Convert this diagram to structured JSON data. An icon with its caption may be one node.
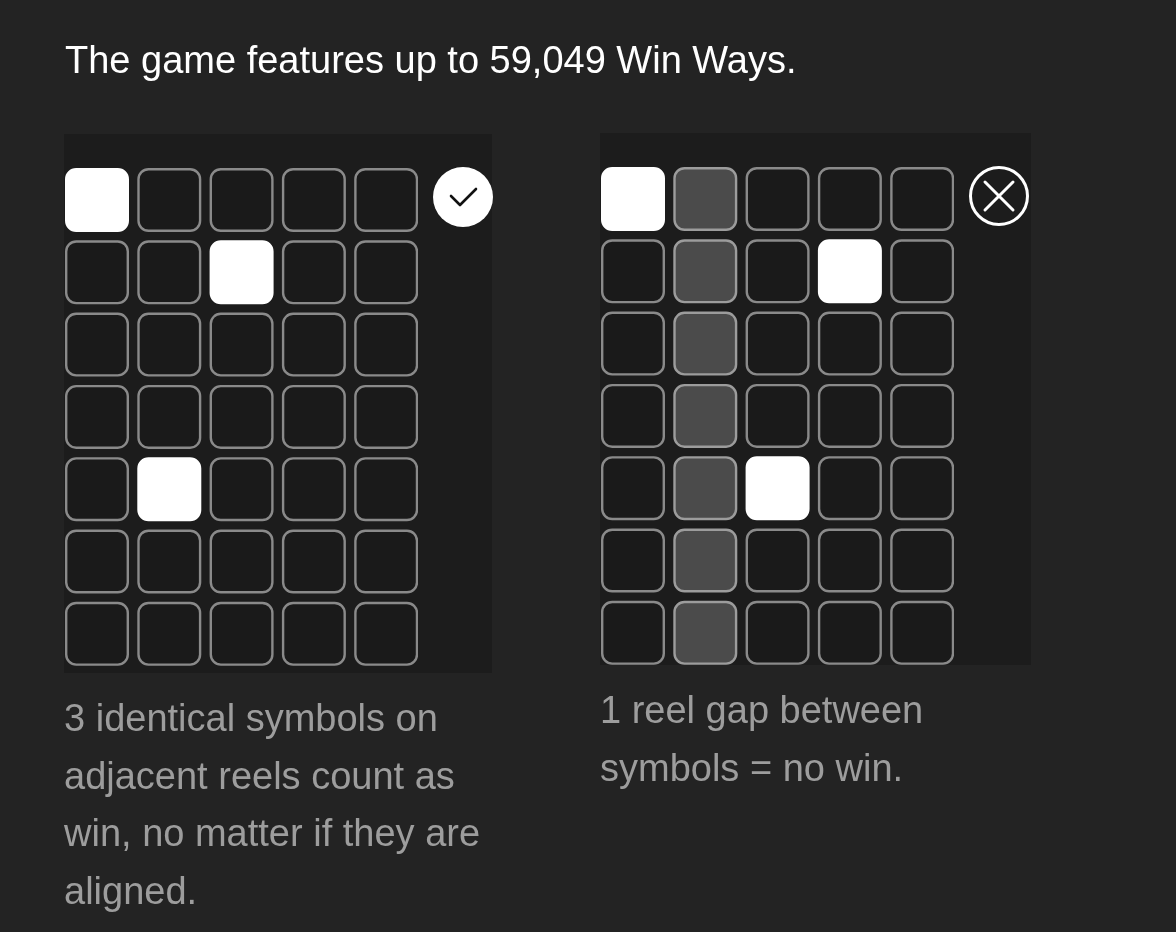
{
  "diagram": {
    "title": "The game features up to 59,049 Win Ways.",
    "labels": [
      "3 identical symbols on adjacent reels count as win, no matter if they are aligned.",
      "1 reel gap between symbols = no win."
    ]
  }
}
